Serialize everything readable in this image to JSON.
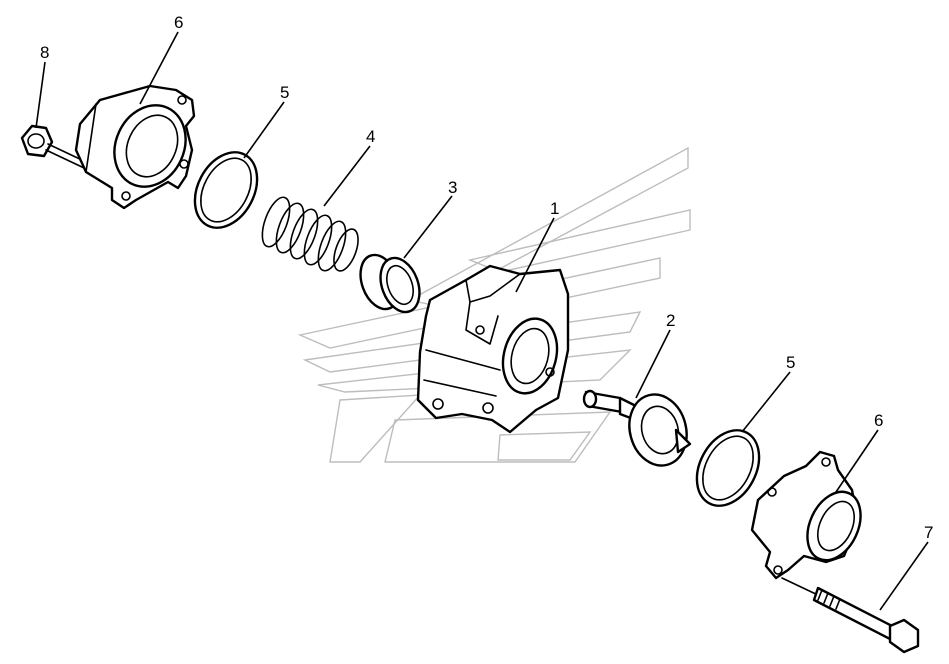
{
  "callouts": [
    {
      "id": "c1",
      "label": "1"
    },
    {
      "id": "c2",
      "label": "2"
    },
    {
      "id": "c3",
      "label": "3"
    },
    {
      "id": "c4",
      "label": "4"
    },
    {
      "id": "c5a",
      "label": "5"
    },
    {
      "id": "c5b",
      "label": "5"
    },
    {
      "id": "c6a",
      "label": "6"
    },
    {
      "id": "c6b",
      "label": "6"
    },
    {
      "id": "c7",
      "label": "7"
    },
    {
      "id": "c8",
      "label": "8"
    }
  ],
  "colors": {
    "line": "#000000",
    "watermark": "#bdbdbd",
    "background": "#ffffff"
  }
}
